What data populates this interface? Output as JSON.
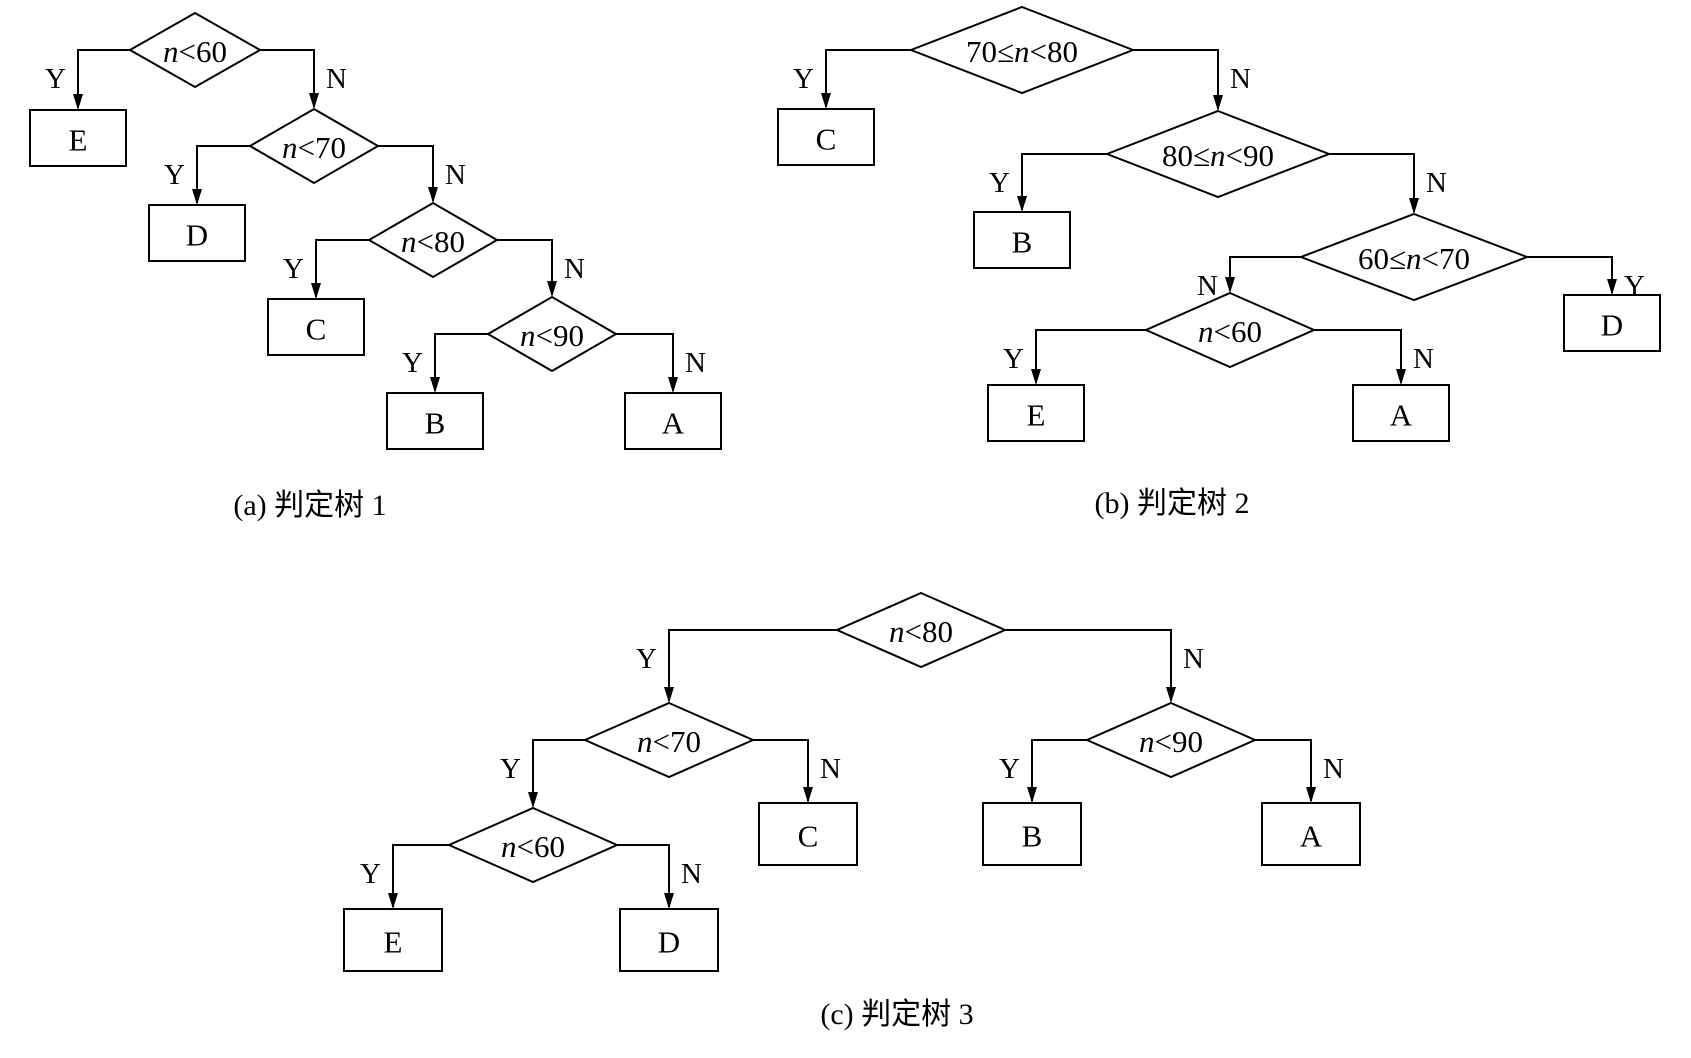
{
  "trees": [
    {
      "id": "tree1",
      "caption": "(a) 判定树 1",
      "nodes": [
        {
          "id": "t1-d1",
          "type": "decision",
          "label": "n<60"
        },
        {
          "id": "t1-d2",
          "type": "decision",
          "label": "n<70"
        },
        {
          "id": "t1-d3",
          "type": "decision",
          "label": "n<80"
        },
        {
          "id": "t1-d4",
          "type": "decision",
          "label": "n<90"
        },
        {
          "id": "t1-E",
          "type": "leaf",
          "label": "E"
        },
        {
          "id": "t1-D",
          "type": "leaf",
          "label": "D"
        },
        {
          "id": "t1-C",
          "type": "leaf",
          "label": "C"
        },
        {
          "id": "t1-B",
          "type": "leaf",
          "label": "B"
        },
        {
          "id": "t1-A",
          "type": "leaf",
          "label": "A"
        }
      ],
      "edges": [
        {
          "from": "t1-d1",
          "to": "t1-E",
          "label": "Y"
        },
        {
          "from": "t1-d1",
          "to": "t1-d2",
          "label": "N"
        },
        {
          "from": "t1-d2",
          "to": "t1-D",
          "label": "Y"
        },
        {
          "from": "t1-d2",
          "to": "t1-d3",
          "label": "N"
        },
        {
          "from": "t1-d3",
          "to": "t1-C",
          "label": "Y"
        },
        {
          "from": "t1-d3",
          "to": "t1-d4",
          "label": "N"
        },
        {
          "from": "t1-d4",
          "to": "t1-B",
          "label": "Y"
        },
        {
          "from": "t1-d4",
          "to": "t1-A",
          "label": "N"
        }
      ]
    },
    {
      "id": "tree2",
      "caption": "(b) 判定树 2",
      "nodes": [
        {
          "id": "t2-d1",
          "type": "decision",
          "label": "70≤n<80"
        },
        {
          "id": "t2-d2",
          "type": "decision",
          "label": "80≤n<90"
        },
        {
          "id": "t2-d3",
          "type": "decision",
          "label": "60≤n<70"
        },
        {
          "id": "t2-d4",
          "type": "decision",
          "label": "n<60"
        },
        {
          "id": "t2-C",
          "type": "leaf",
          "label": "C"
        },
        {
          "id": "t2-B",
          "type": "leaf",
          "label": "B"
        },
        {
          "id": "t2-D",
          "type": "leaf",
          "label": "D"
        },
        {
          "id": "t2-E",
          "type": "leaf",
          "label": "E"
        },
        {
          "id": "t2-A",
          "type": "leaf",
          "label": "A"
        }
      ],
      "edges": [
        {
          "from": "t2-d1",
          "to": "t2-C",
          "label": "Y"
        },
        {
          "from": "t2-d1",
          "to": "t2-d2",
          "label": "N"
        },
        {
          "from": "t2-d2",
          "to": "t2-B",
          "label": "Y"
        },
        {
          "from": "t2-d2",
          "to": "t2-d3",
          "label": "N"
        },
        {
          "from": "t2-d3",
          "to": "t2-d4",
          "label": "N"
        },
        {
          "from": "t2-d3",
          "to": "t2-D",
          "label": "Y"
        },
        {
          "from": "t2-d4",
          "to": "t2-E",
          "label": "Y"
        },
        {
          "from": "t2-d4",
          "to": "t2-A",
          "label": "N"
        }
      ]
    },
    {
      "id": "tree3",
      "caption": "(c) 判定树 3",
      "nodes": [
        {
          "id": "t3-d1",
          "type": "decision",
          "label": "n<80"
        },
        {
          "id": "t3-d2",
          "type": "decision",
          "label": "n<70"
        },
        {
          "id": "t3-d3",
          "type": "decision",
          "label": "n<90"
        },
        {
          "id": "t3-d4",
          "type": "decision",
          "label": "n<60"
        },
        {
          "id": "t3-C",
          "type": "leaf",
          "label": "C"
        },
        {
          "id": "t3-B",
          "type": "leaf",
          "label": "B"
        },
        {
          "id": "t3-A",
          "type": "leaf",
          "label": "A"
        },
        {
          "id": "t3-E",
          "type": "leaf",
          "label": "E"
        },
        {
          "id": "t3-D",
          "type": "leaf",
          "label": "D"
        }
      ],
      "edges": [
        {
          "from": "t3-d1",
          "to": "t3-d2",
          "label": "Y"
        },
        {
          "from": "t3-d1",
          "to": "t3-d3",
          "label": "N"
        },
        {
          "from": "t3-d2",
          "to": "t3-d4",
          "label": "Y"
        },
        {
          "from": "t3-d2",
          "to": "t3-C",
          "label": "N"
        },
        {
          "from": "t3-d3",
          "to": "t3-B",
          "label": "Y"
        },
        {
          "from": "t3-d3",
          "to": "t3-A",
          "label": "N"
        },
        {
          "from": "t3-d4",
          "to": "t3-E",
          "label": "Y"
        },
        {
          "from": "t3-d4",
          "to": "t3-D",
          "label": "N"
        }
      ]
    }
  ]
}
